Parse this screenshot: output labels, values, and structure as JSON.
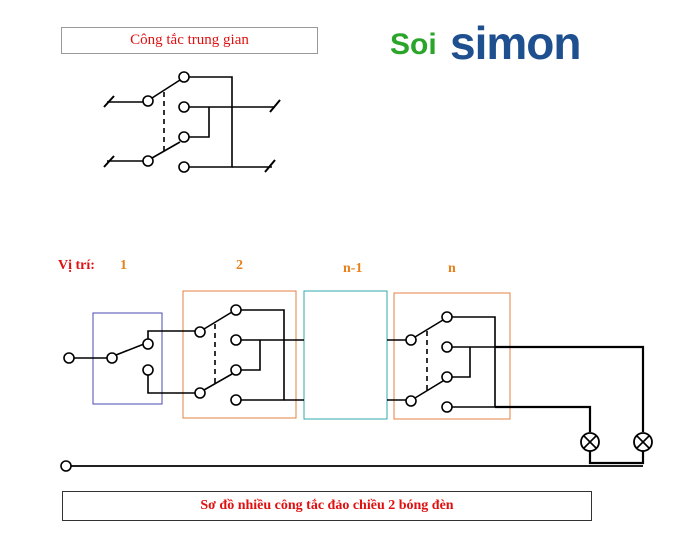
{
  "header": {
    "title": "Công tắc trung gian"
  },
  "logo": {
    "soi": "Soi",
    "simon": "simon",
    "colors": {
      "soi": "#2aa52a",
      "simon": "#1e4f8f"
    }
  },
  "positions": {
    "label": "Vị trí:",
    "p1": "1",
    "p2": "2",
    "pn1": "n-1",
    "pn": "n"
  },
  "caption": "Sơ đồ nhiều công tắc đảo chiều 2 bóng đèn",
  "colors": {
    "text_red": "#e01010",
    "text_orange": "#e8801a",
    "box1": "#4a4ab0",
    "box2": "#e08040",
    "box3": "#33aaaa",
    "line": "#000000"
  }
}
